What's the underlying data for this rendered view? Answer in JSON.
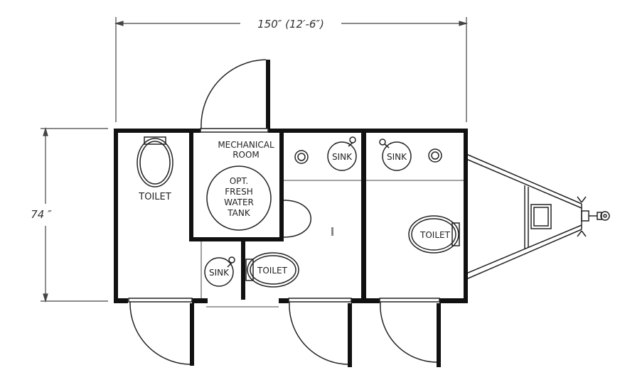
{
  "dimensions": {
    "width_label": "150″ (12′-6″)",
    "height_label": "74 ″"
  },
  "rooms": {
    "mechanical": {
      "line1": "MECHANICAL",
      "line2": "ROOM"
    },
    "tank": {
      "line1": "OPT.",
      "line2": "FRESH",
      "line3": "WATER",
      "line4": "TANK"
    },
    "toilet_left": "TOILET",
    "toilet_middle": "TOILET",
    "toilet_right": "TOILET",
    "sink_small": "SINK",
    "sink_middle": "SINK",
    "sink_right": "SINK"
  }
}
